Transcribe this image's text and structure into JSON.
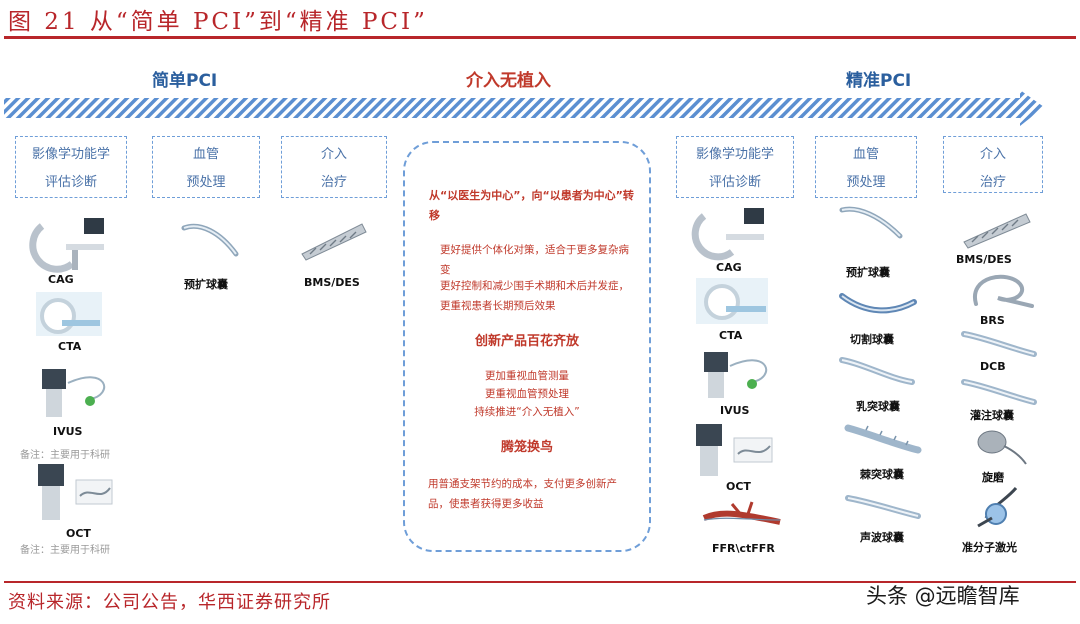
{
  "title": "图 21 从“简单 PCI”到“精准 PCI”",
  "phases": {
    "left": "简单PCI",
    "middle": "介入无植入",
    "right": "精准PCI"
  },
  "left": {
    "boxes": [
      {
        "line1": "影像学功能学",
        "line2": "评估诊断"
      },
      {
        "line1": "血管",
        "line2": "预处理"
      },
      {
        "line1": "介入",
        "line2": "治疗"
      }
    ],
    "items": {
      "cag": "CAG",
      "cta": "CTA",
      "ivus": "IVUS",
      "oct": "OCT",
      "balloon": "预扩球囊",
      "stent": "BMS/DES"
    },
    "notes": [
      "备注：主要用于科研",
      "备注：主要用于科研"
    ]
  },
  "center": {
    "heading1": "从“以医生为中心”，向“以患者为中心”转移",
    "para1": [
      "更好提供个体化对策，适合于更多复杂病变",
      "更好控制和减少围手术期和术后并发症，更重视患者长期预后效果"
    ],
    "heading2": "创新产品百花齐放",
    "para2": [
      "更加重视血管测量",
      "更重视血管预处理",
      "持续推进“介入无植入”"
    ],
    "heading3": "腾笼换鸟",
    "para3": "用普通支架节约的成本，支付更多创新产品，使患者获得更多收益"
  },
  "right": {
    "boxes": [
      {
        "line1": "影像学功能学",
        "line2": "评估诊断"
      },
      {
        "line1": "血管",
        "line2": "预处理"
      },
      {
        "line1": "介入",
        "line2": "治疗"
      }
    ],
    "diag": [
      "CAG",
      "CTA",
      "IVUS",
      "OCT",
      "FFR\\ctFFR"
    ],
    "prep": [
      "预扩球囊",
      "切割球囊",
      "乳突球囊",
      "棘突球囊",
      "声波球囊"
    ],
    "treat": [
      "BMS/DES",
      "BRS",
      "DCB",
      "灌注球囊",
      "旋磨",
      "准分子激光"
    ]
  },
  "source": "资料来源：公司公告，华西证券研究所",
  "watermark": "头条 @远瞻智库",
  "colors": {
    "accent_red": "#b8262a",
    "phase_blue": "#2b5f9e",
    "dash_blue": "#6f9ed8",
    "band_blue": "#5b8fd1"
  }
}
